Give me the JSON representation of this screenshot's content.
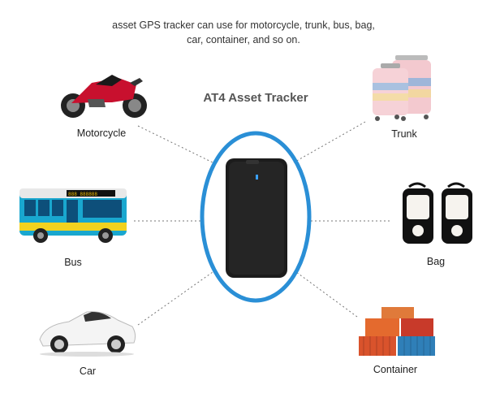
{
  "header": {
    "line1": "asset GPS tracker can use for motorcycle, trunk, bus, bag,",
    "line2": "car, container, and so on."
  },
  "title": "AT4 Asset Tracker",
  "items": {
    "motorcycle": "Motorcycle",
    "bus": "Bus",
    "car": "Car",
    "trunk": "Trunk",
    "bag": "Bag",
    "container": "Container"
  },
  "colors": {
    "ring": "#2a8fd6",
    "device": "#1c1c1c",
    "led": "#3aa0ff"
  },
  "icons": [
    "motorcycle-icon",
    "bus-icon",
    "car-icon",
    "luggage-icon",
    "backpack-icon",
    "shipping-container-icon",
    "gps-tracker-device"
  ]
}
